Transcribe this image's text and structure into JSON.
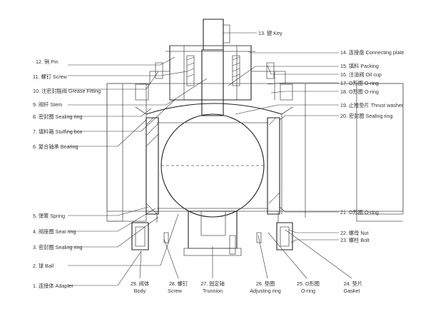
{
  "labels_left": [
    {
      "id": "12",
      "text": "12. 销 Pin"
    },
    {
      "id": "11",
      "text": "11. 螺钉 Screw"
    },
    {
      "id": "10",
      "text": "10. 注密封脂阀 Grease Fitting"
    },
    {
      "id": "9",
      "text": "9. 阀杆 Stem"
    },
    {
      "id": "8",
      "text": "8. 密封圈 Sealing ring"
    },
    {
      "id": "7",
      "text": "7. 填料箱 Stuffing box"
    },
    {
      "id": "6",
      "text": "6. 复合轴承 Bearing"
    },
    {
      "id": "5",
      "text": "5. 弹簧 Spring"
    },
    {
      "id": "4",
      "text": "4. 阀座圈 Seat ring"
    },
    {
      "id": "3",
      "text": "3. 密封圈 Sealing ring"
    },
    {
      "id": "2",
      "text": "2. 球 Ball"
    },
    {
      "id": "1",
      "text": "1. 连接体 Adapter"
    }
  ],
  "labels_right": [
    {
      "id": "13",
      "text": "13. 键 Key"
    },
    {
      "id": "14",
      "text": "14. 连接盘 Connecting plate"
    },
    {
      "id": "15",
      "text": "15. 填料 Packing"
    },
    {
      "id": "16",
      "text": "16. 注油阀 Oil cup"
    },
    {
      "id": "17",
      "text": "17. O形圈 O-ring"
    },
    {
      "id": "18",
      "text": "18. O形圈 O-ring"
    },
    {
      "id": "19",
      "text": "19. 止推垫片 Thrust washer"
    },
    {
      "id": "20",
      "text": "20. 密封圈 Sealing ring"
    },
    {
      "id": "21",
      "text": "21. O形圈 O-ring"
    },
    {
      "id": "22",
      "text": "22. 螺母 Nut"
    },
    {
      "id": "23",
      "text": "23. 螺柱 Bolt"
    }
  ],
  "labels_bottom": [
    {
      "id": "29",
      "line1": "29. 阀体",
      "line2": "Body"
    },
    {
      "id": "28",
      "line1": "28. 螺钉",
      "line2": "Screw"
    },
    {
      "id": "27",
      "line1": "27. 固定轴",
      "line2": "Trunnion"
    },
    {
      "id": "26",
      "line1": "26. 垫圈",
      "line2": "Adjusting ring"
    },
    {
      "id": "25",
      "line1": "25. O形圈",
      "line2": "O-ring"
    },
    {
      "id": "24",
      "line1": "24. 垫片",
      "line2": "Gasket"
    }
  ]
}
